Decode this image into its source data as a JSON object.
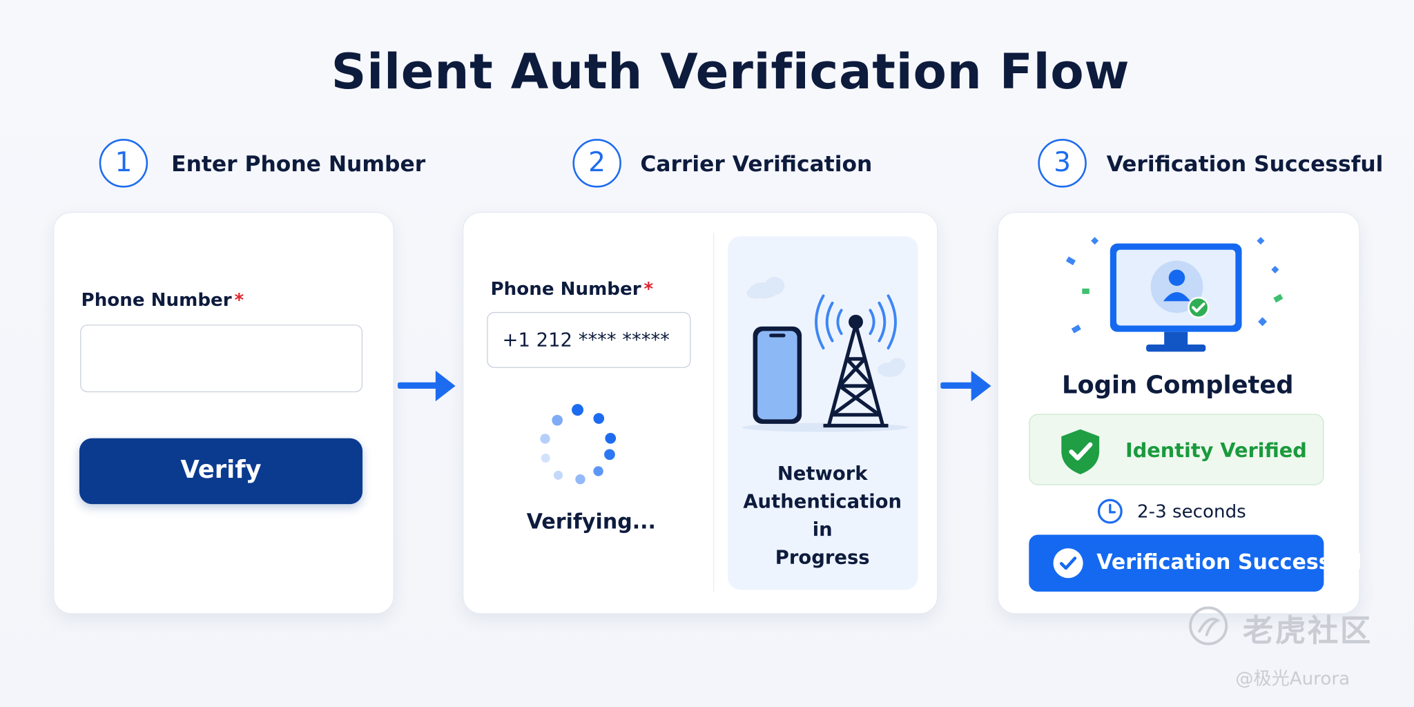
{
  "title": "Silent Auth Verification Flow",
  "steps": [
    {
      "number": "1",
      "title": "Enter Phone Number"
    },
    {
      "number": "2",
      "title": "Carrier Verification"
    },
    {
      "number": "3",
      "title": "Verification Successful"
    }
  ],
  "step1": {
    "field_label": "Phone Number",
    "required_mark": "*",
    "input_value": "",
    "verify_button": "Verify"
  },
  "step2": {
    "field_label": "Phone Number",
    "required_mark": "*",
    "input_value": "+1 212 **** *****",
    "status_text": "Verifying...",
    "network_text_line1": "Network",
    "network_text_line2": "Authentication in",
    "network_text_line3": "Progress"
  },
  "step3": {
    "login_title": "Login Completed",
    "identity_text": "Identity Verified",
    "time_text": "2-3 seconds",
    "success_button": "Verification Successful"
  },
  "watermark": {
    "main": "老虎社区",
    "sub": "@极光Aurora"
  },
  "colors": {
    "accent": "#1d6cf0",
    "primary_button": "#0b3b8f",
    "success_green": "#1a9a3c",
    "title_text": "#0d1b3d"
  }
}
